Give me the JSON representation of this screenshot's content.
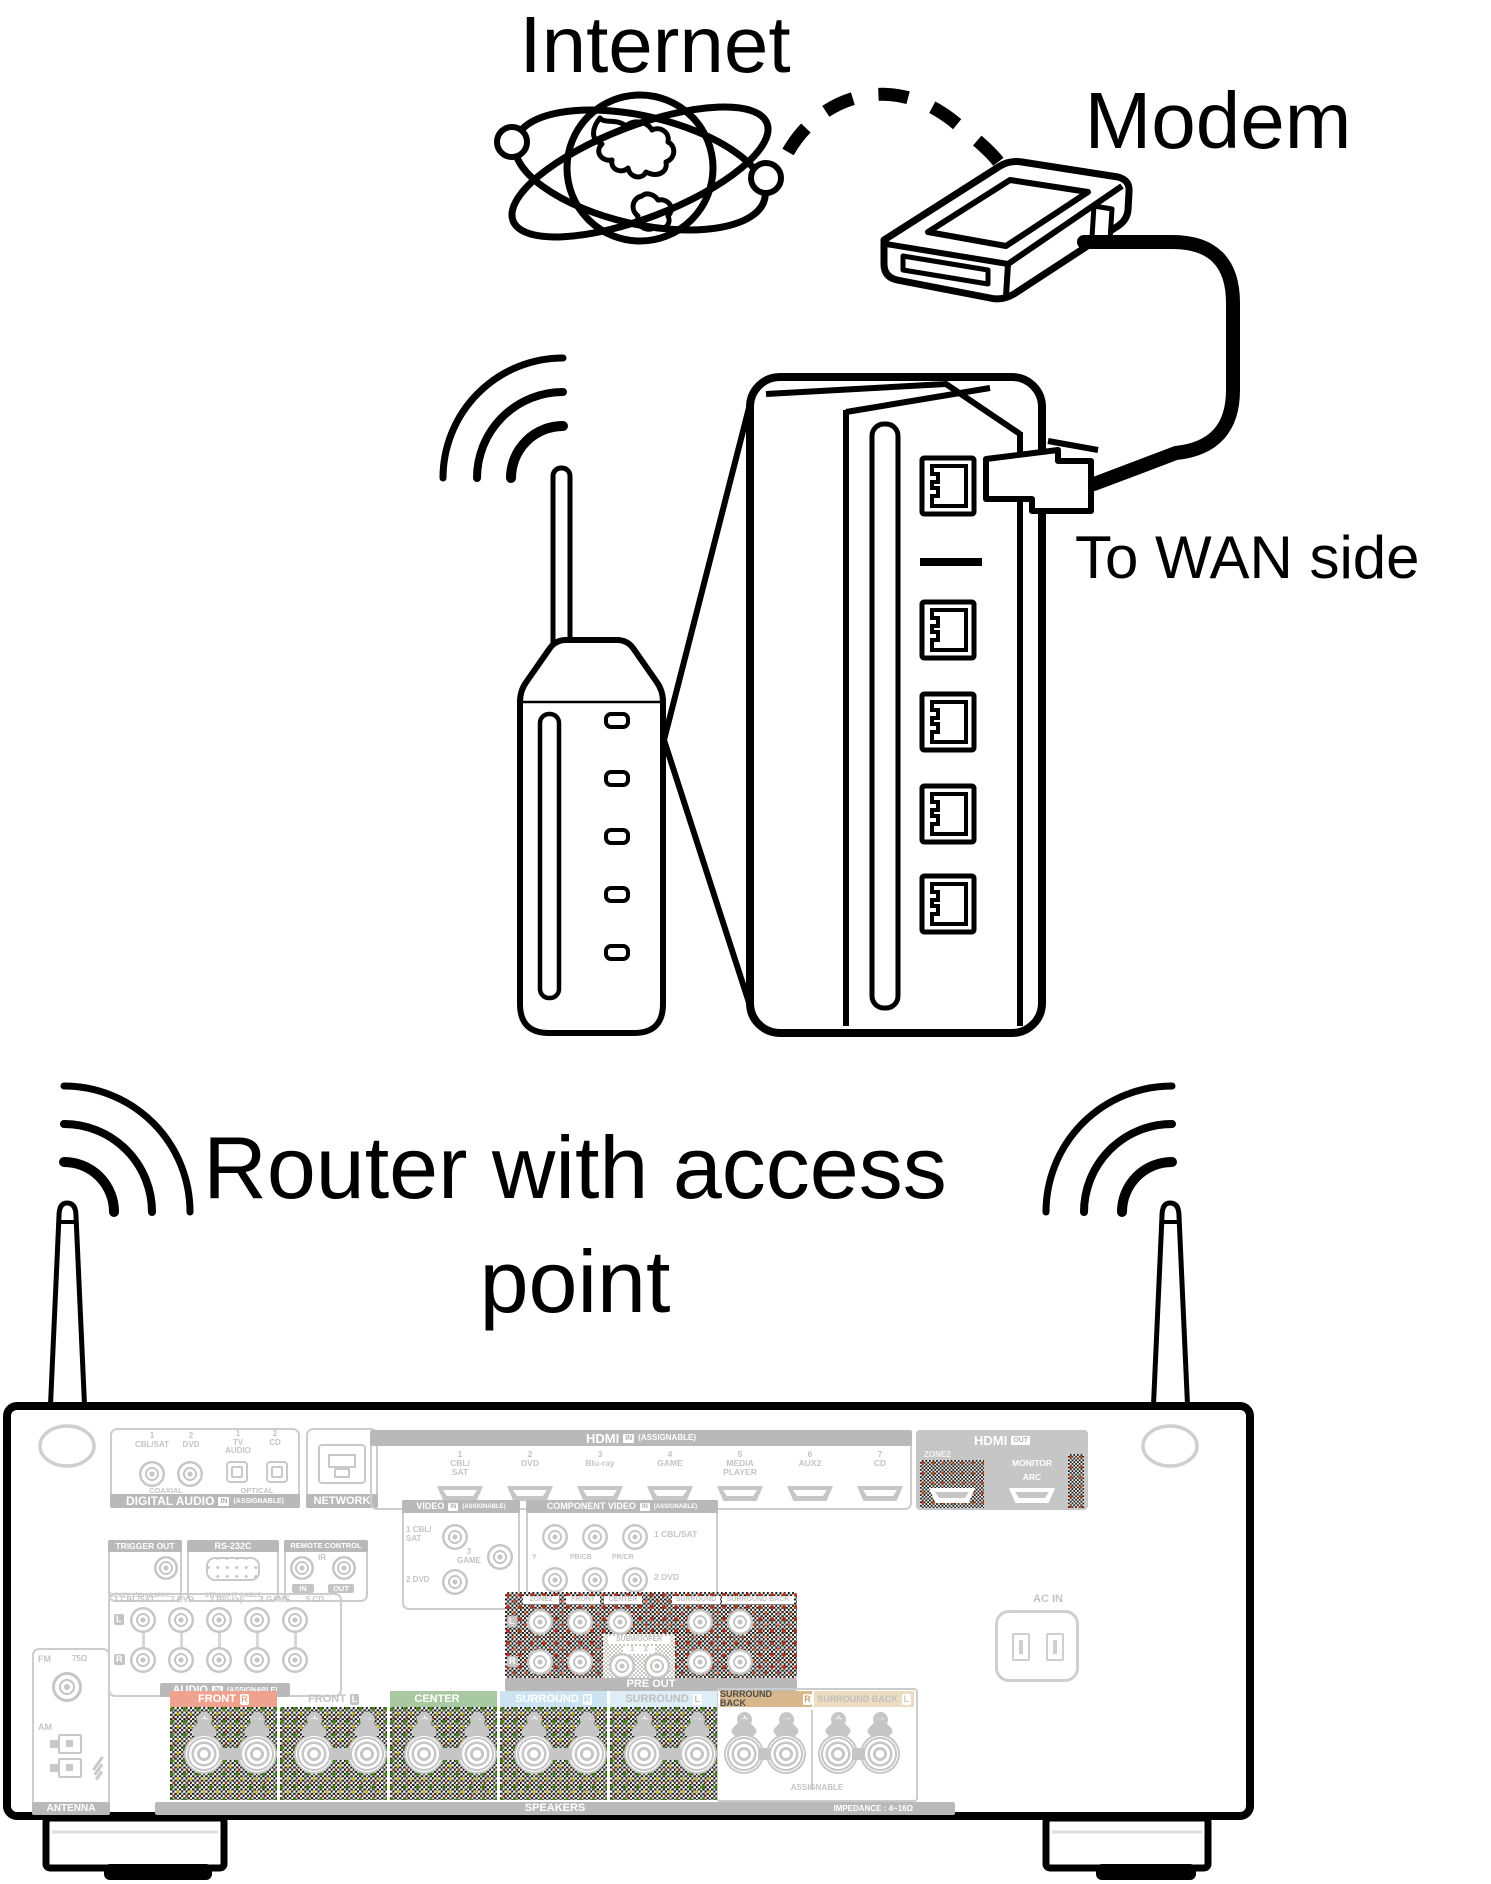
{
  "diagram": {
    "internet_label": "Internet",
    "modem_label": "Modem",
    "wan_label": "To WAN side",
    "router_label_line1": "Router with access",
    "router_label_line2": "point"
  },
  "receiver": {
    "digital_audio": {
      "title": "DIGITAL AUDIO",
      "in_badge": "IN",
      "assignable": "(ASSIGNABLE)",
      "coaxial": "COAXIAL",
      "optical": "OPTICAL",
      "p1num": "1",
      "p1name": "CBL/SAT",
      "p2num": "2",
      "p2name": "DVD",
      "p3num": "1",
      "p3name": "TV AUDIO",
      "p4num": "2",
      "p4name": "CD"
    },
    "network": {
      "title": "NETWORK"
    },
    "trigger": {
      "title": "TRIGGER OUT",
      "note": "DC12V 150mA MAX."
    },
    "rs232c": {
      "title": "RS-232C",
      "note": "STRAIGHT CABLE"
    },
    "remote": {
      "title": "REMOTE CONTROL",
      "ir": "IR",
      "in_label": "IN",
      "out_label": "OUT"
    },
    "audio": {
      "title": "AUDIO",
      "in_badge": "IN",
      "assignable": "(ASSIGNABLE)",
      "l": "L",
      "r": "R",
      "inputs": [
        "1 CBL/SAT",
        "2 DVD",
        "3 Blu-ray",
        "4 GAME",
        "5 CD"
      ]
    },
    "antenna": {
      "fm": "FM",
      "ohm": "75Ω",
      "am": "AM",
      "title": "ANTENNA"
    },
    "hdmi_in": {
      "title": "HDMI",
      "in_badge": "IN",
      "assignable": "(ASSIGNABLE)",
      "ports": [
        {
          "num": "1",
          "name": "CBL/",
          "name2": "SAT"
        },
        {
          "num": "2",
          "name": "DVD",
          "name2": ""
        },
        {
          "num": "3",
          "name": "Blu-ray",
          "name2": ""
        },
        {
          "num": "4",
          "name": "GAME",
          "name2": ""
        },
        {
          "num": "5",
          "name": "MEDIA",
          "name2": "PLAYER"
        },
        {
          "num": "6",
          "name": "AUX2",
          "name2": ""
        },
        {
          "num": "7",
          "name": "CD",
          "name2": ""
        }
      ]
    },
    "hdmi_out": {
      "title": "HDMI",
      "out_badge": "OUT",
      "zone2": "ZONE2",
      "monitor": "MONITOR",
      "arc": "ARC"
    },
    "video": {
      "title": "VIDEO",
      "in_badge": "IN",
      "assignable": "(ASSIGNABLE)",
      "j1a": "1",
      "j1b": "CBL/ SAT",
      "j2a": "3",
      "j2b": "GAME",
      "j3": "2 DVD"
    },
    "component": {
      "title": "COMPONENT VIDEO",
      "in_badge": "IN",
      "assignable": "(ASSIGNABLE)",
      "r1": "1 CBL/SAT",
      "r2": "2 DVD",
      "y": "Y",
      "pb": "PB/CB",
      "pr": "PR/CR"
    },
    "preout": {
      "title": "PRE OUT",
      "zone2": "ZONE2",
      "front": "FRONT",
      "center": "CENTER",
      "surround": "SURROUND",
      "sback": "SURROUND BACK",
      "sub": "SUBWOOFER",
      "subnums": "1 2",
      "l": "L",
      "r": "R"
    },
    "speakers": {
      "title": "SPEAKERS",
      "impedance": "IMPEDANCE : 4~16Ω",
      "assignable": "ASSIGNABLE",
      "plus": "+",
      "minus": "−",
      "groups": [
        {
          "label": "FRONT",
          "side": "R",
          "bg": "#eea28f",
          "fg": "#ffffff",
          "sbg": "#ffffff",
          "sfg": "#eea28f"
        },
        {
          "label": "FRONT",
          "side": "L",
          "bg": "transparent",
          "fg": "#c4c4c4",
          "sbg": "#c4c4c4",
          "sfg": "#ffffff"
        },
        {
          "label": "CENTER",
          "side": "",
          "bg": "#a8c9a1",
          "fg": "#ffffff",
          "sbg": "transparent",
          "sfg": "transparent"
        },
        {
          "label": "SURROUND",
          "side": "R",
          "bg": "#cce4f2",
          "fg": "#ffffff",
          "sbg": "#ffffff",
          "sfg": "#b9d9ec"
        },
        {
          "label": "SURROUND",
          "side": "L",
          "bg": "#ddeef7",
          "fg": "#bfbfbf",
          "sbg": "#ffffff",
          "sfg": "#bfbfbf"
        },
        {
          "label": "SURROUND BACK",
          "side": "R",
          "bg": "#d8b78d",
          "fg": "#4d4d4d",
          "sbg": "#ffffff",
          "sfg": "#c79e66"
        },
        {
          "label": "SURROUND BACK",
          "side": "L",
          "bg": "#eddcc0",
          "fg": "#bfbfbf",
          "sbg": "#ffffff",
          "sfg": "#cccccc"
        }
      ]
    },
    "ac_in": {
      "title": "AC IN"
    }
  },
  "colors": {
    "line": "#000000",
    "panel_gray": "#c4c4c4",
    "bar_gray": "#b9b9b9",
    "hatch_speaker_green": "#47821c",
    "hatch_speaker_yellow": "#c4b018",
    "hatch_preout_red": "#b23420"
  }
}
